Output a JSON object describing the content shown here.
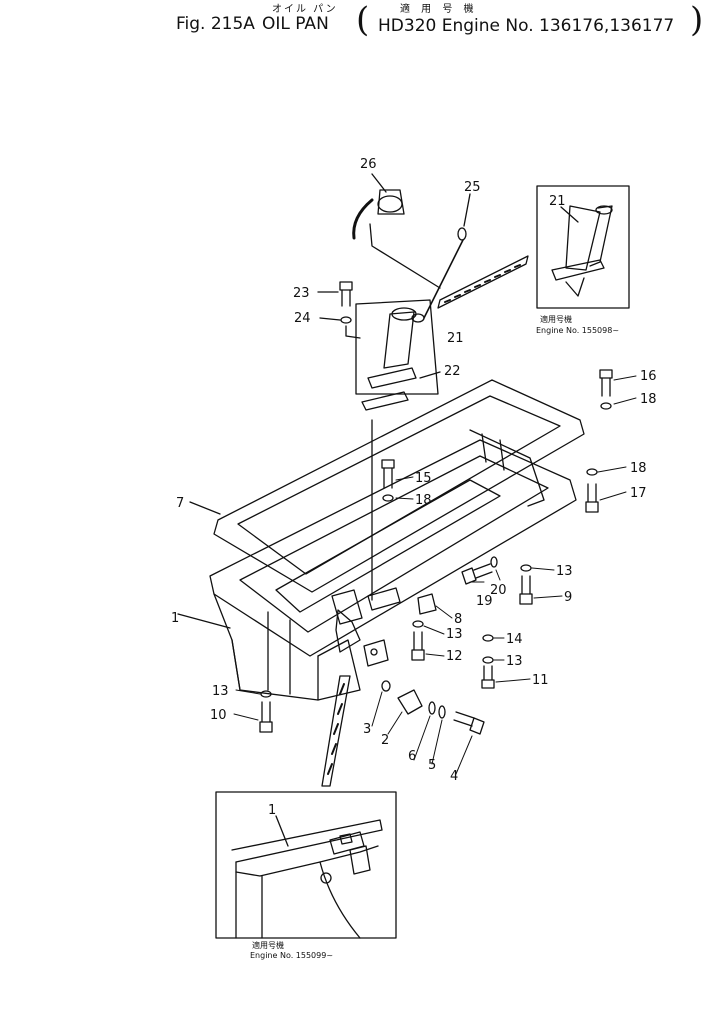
{
  "header": {
    "figure_no": "Fig. 215A",
    "part_name": "OIL PAN",
    "part_name_jp": "オイル パン",
    "applic_jp": "適 用 号 機",
    "applic": "HD320 Engine No. 136176,136177"
  },
  "parts": [
    {
      "no": "1"
    },
    {
      "no": "2"
    },
    {
      "no": "3"
    },
    {
      "no": "4"
    },
    {
      "no": "5"
    },
    {
      "no": "6"
    },
    {
      "no": "7"
    },
    {
      "no": "8"
    },
    {
      "no": "9"
    },
    {
      "no": "10"
    },
    {
      "no": "11"
    },
    {
      "no": "12"
    },
    {
      "no": "13"
    },
    {
      "no": "14"
    },
    {
      "no": "15"
    },
    {
      "no": "16"
    },
    {
      "no": "17"
    },
    {
      "no": "18"
    },
    {
      "no": "19"
    },
    {
      "no": "20"
    },
    {
      "no": "21"
    },
    {
      "no": "22"
    },
    {
      "no": "23"
    },
    {
      "no": "24"
    },
    {
      "no": "25"
    },
    {
      "no": "26"
    }
  ],
  "inset_top": {
    "label": "21",
    "applic_jp": "適用号機",
    "applic": "Engine No. 155098~"
  },
  "inset_bottom": {
    "label": "1",
    "applic_jp": "適用号機",
    "applic": "Engine No. 155099~"
  }
}
